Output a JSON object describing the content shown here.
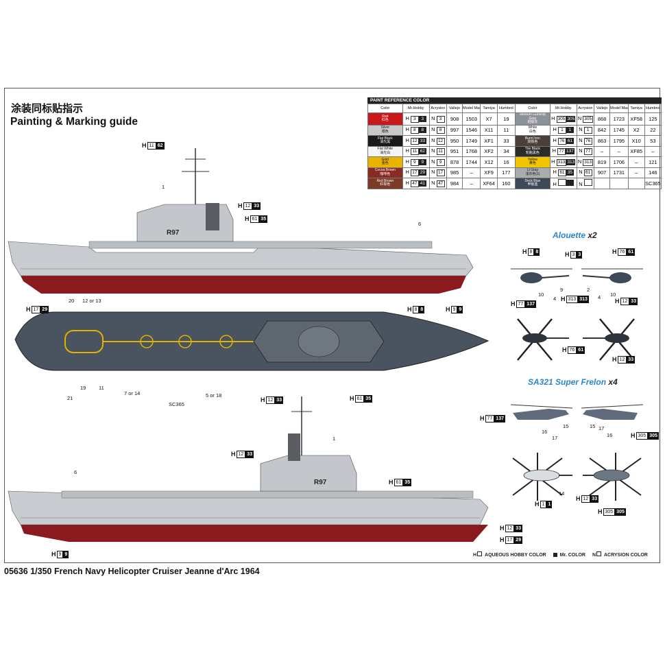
{
  "title_cn": "涂装同标贴指示",
  "title_en": "Painting & Marking guide",
  "caption": "05636 1/350 French Navy Helicopter Cruiser Jeanne d'Arc 1964",
  "legend": {
    "h": "AQUEOUS HOBBY COLOR",
    "m": "Mr. COLOR",
    "n": "ACRYSION COLOR"
  },
  "paint_table": {
    "title": "PAINT  REFERENCE COLOR",
    "headers": [
      "Color",
      "Mr.Hobby",
      "Acrysion",
      "Vallejo",
      "Model Master",
      "Tamiya",
      "Humbrol"
    ],
    "left": [
      {
        "name": "Red",
        "cn": "红色",
        "color": "#c8181c",
        "h": [
          "3",
          "3"
        ],
        "n": "3",
        "v": "908",
        "mm": "1503",
        "t": "X7",
        "hb": "19"
      },
      {
        "name": "Silver",
        "cn": "银色",
        "color": "#c9c9c9",
        "h": [
          "8",
          "8"
        ],
        "n": "8",
        "v": "997",
        "mm": "1546",
        "t": "X11",
        "hb": "11"
      },
      {
        "name": "Flat Black",
        "cn": "消光黑",
        "color": "#1a1a1a",
        "h": [
          "12",
          "33"
        ],
        "n": "12",
        "v": "950",
        "mm": "1749",
        "t": "XF1",
        "hb": "33"
      },
      {
        "name": "Flat White",
        "cn": "消光白",
        "color": "#f4f4f4",
        "h": [
          "11",
          "62"
        ],
        "n": "11",
        "v": "951",
        "mm": "1768",
        "t": "XF2",
        "hb": "34"
      },
      {
        "name": "Gold",
        "cn": "金色",
        "color": "#e8b400",
        "h": [
          "9",
          "9"
        ],
        "n": "9",
        "v": "878",
        "mm": "1744",
        "t": "X12",
        "hb": "16"
      },
      {
        "name": "Cocoa Brown",
        "cn": "咖啡色",
        "color": "#8a2a22",
        "h": [
          "17",
          "29"
        ],
        "n": "17",
        "v": "985",
        "mm": "–",
        "t": "XF9",
        "hb": "177"
      },
      {
        "name": "Red Brown",
        "cn": "红棕色",
        "color": "#7a3a26",
        "h": [
          "47",
          "41"
        ],
        "n": "47",
        "v": "984",
        "mm": "–",
        "t": "XF64",
        "hb": "160"
      }
    ],
    "right": [
      {
        "name": "Medium Gunship Grey",
        "cn": "炮艇灰",
        "color": "#8c9298",
        "h": [
          "305",
          "305"
        ],
        "n": "305",
        "v": "868",
        "mm": "1723",
        "t": "XF58",
        "hb": "125"
      },
      {
        "name": "White",
        "cn": "白色",
        "color": "#ffffff",
        "h": [
          "1",
          "1"
        ],
        "n": "1",
        "v": "842",
        "mm": "1745",
        "t": "X2",
        "hb": "22"
      },
      {
        "name": "Burnt Iron",
        "cn": "烧铁色",
        "color": "#4a3f3a",
        "h": [
          "76",
          "61"
        ],
        "n": "76",
        "v": "863",
        "mm": "1795",
        "t": "X10",
        "hb": "53"
      },
      {
        "name": "Tire Black",
        "cn": "轮胎黑色",
        "color": "#2b2b2b",
        "h": [
          "77",
          "137"
        ],
        "n": "77",
        "v": "–",
        "mm": "–",
        "t": "XF85",
        "hb": "–"
      },
      {
        "name": "Yellow",
        "cn": "黄色",
        "color": "#f2c500",
        "h": [
          "313",
          "313"
        ],
        "n": "313",
        "v": "819",
        "mm": "1706",
        "t": "–",
        "hb": "121"
      },
      {
        "name": "Lt Gray",
        "cn": "浅灰色(1)",
        "color": "#a9adb0",
        "h": [
          "61",
          "35"
        ],
        "n": "61",
        "v": "907",
        "mm": "1731",
        "t": "–",
        "hb": "146"
      },
      {
        "name": "Deck Blue",
        "cn": "甲板蓝",
        "color": "#3e4a58",
        "h": [
          "",
          ""
        ],
        "n": "",
        "v": "",
        "mm": "",
        "t": "",
        "hb": "SC365"
      }
    ]
  },
  "helicopters": {
    "alouette": {
      "name": "Alouette",
      "count": "x2"
    },
    "frelon": {
      "name": "SA321 Super Frelon",
      "count": "x4"
    }
  },
  "callouts": [
    {
      "id": "c1",
      "l": "H",
      "w": "11",
      "k": "62"
    },
    {
      "id": "c2",
      "l": "H",
      "w": "12",
      "k": "33"
    },
    {
      "id": "c3",
      "l": "H",
      "w": "61",
      "k": "35"
    },
    {
      "id": "c4",
      "l": "H",
      "w": "17",
      "k": "29"
    },
    {
      "id": "c5",
      "l": "H",
      "w": "8",
      "k": "8"
    },
    {
      "id": "c6",
      "l": "H",
      "w": "9",
      "k": "9"
    },
    {
      "id": "c7",
      "l": "H",
      "w": "12",
      "k": "33"
    },
    {
      "id": "c8",
      "l": "H",
      "w": "61",
      "k": "35"
    },
    {
      "id": "c9",
      "l": "H",
      "w": "12",
      "k": "33"
    },
    {
      "id": "c10",
      "l": "H",
      "w": "61",
      "k": "35"
    },
    {
      "id": "c11",
      "l": "H",
      "w": "12",
      "k": "33"
    },
    {
      "id": "c12",
      "l": "H",
      "w": "17",
      "k": "29"
    },
    {
      "id": "c13",
      "l": "H",
      "w": "9",
      "k": "9"
    },
    {
      "id": "c14",
      "l": "H",
      "w": "8",
      "k": "8"
    },
    {
      "id": "c15",
      "l": "H",
      "w": "3",
      "k": "3"
    },
    {
      "id": "c16",
      "l": "H",
      "w": "76",
      "k": "61"
    },
    {
      "id": "c17",
      "l": "H",
      "w": "77",
      "k": "137"
    },
    {
      "id": "c18",
      "l": "H",
      "w": "313",
      "k": "313"
    },
    {
      "id": "c19",
      "l": "H",
      "w": "12",
      "k": "33"
    },
    {
      "id": "c20",
      "l": "H",
      "w": "76",
      "k": "61"
    },
    {
      "id": "c21",
      "l": "H",
      "w": "12",
      "k": "33"
    },
    {
      "id": "c22",
      "l": "H",
      "w": "77",
      "k": "137"
    },
    {
      "id": "c23",
      "l": "H",
      "w": "305",
      "k": "305"
    },
    {
      "id": "c24",
      "l": "H",
      "w": "1",
      "k": "1"
    },
    {
      "id": "c25",
      "l": "H",
      "w": "12",
      "k": "33"
    },
    {
      "id": "c26",
      "l": "H",
      "w": "305",
      "k": "305"
    }
  ],
  "numbers": {
    "n1a": "1",
    "n6a": "6",
    "n20": "20",
    "n12or13": "12 or 13",
    "n21": "21",
    "n19": "19",
    "n11": "11",
    "n7or14": "7 or 14",
    "sc365": "SC365",
    "n5or18": "5 or 18",
    "n1b": "1",
    "n6b": "6",
    "h10a": "10",
    "h4a": "4",
    "h9": "9",
    "h2": "2",
    "h4b": "4",
    "h10b": "10",
    "h16a": "16",
    "h15a": "15",
    "h17a": "17",
    "h15b": "15",
    "h16b": "16",
    "h17b": "17",
    "h14": "14",
    "hull": "R97"
  }
}
